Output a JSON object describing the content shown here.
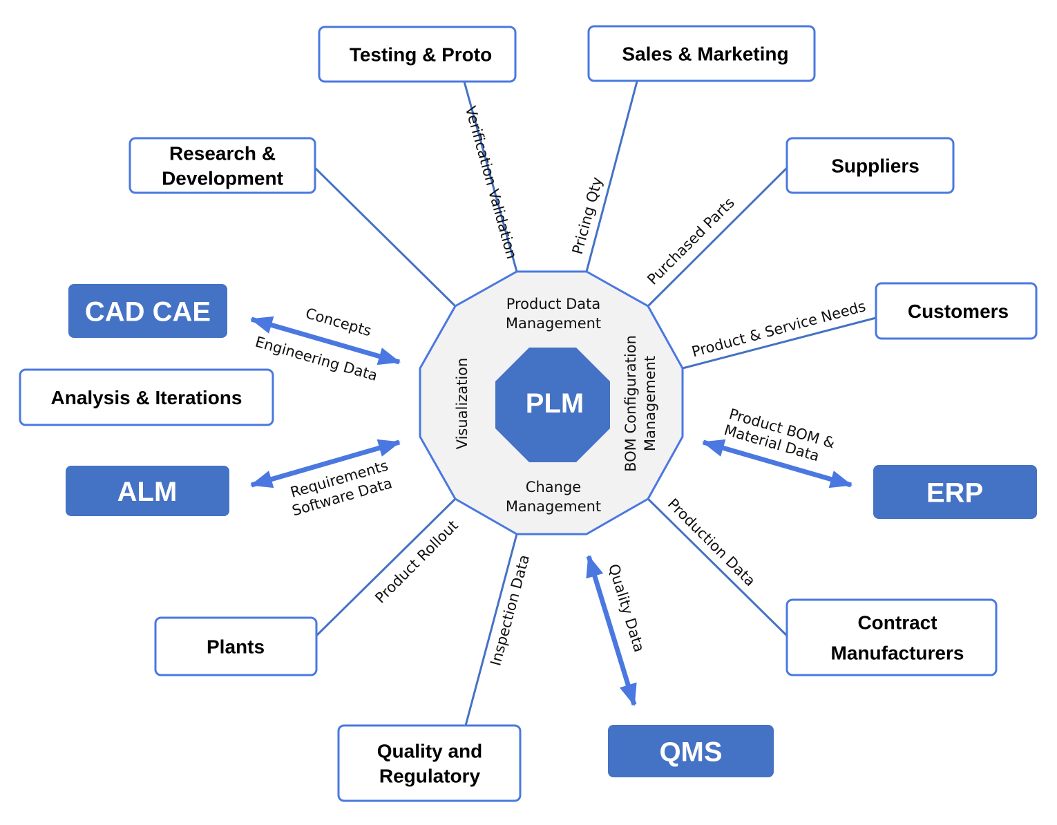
{
  "colors": {
    "accent": "#4472c4",
    "arrow": "#4a78e0",
    "hub_fill": "#f2f2f2",
    "box_border": "#4a78e0",
    "solid_text": "#ffffff",
    "outline_text": "#000000"
  },
  "hub": {
    "center": "PLM",
    "top": [
      "Product Data",
      "Management"
    ],
    "bottom": [
      "Change",
      "Management"
    ],
    "left": "Visualization",
    "right": [
      "BOM Configuration",
      "Management"
    ]
  },
  "nodes": {
    "testing": [
      "Testing & Proto"
    ],
    "sales": [
      "Sales & Marketing"
    ],
    "research": [
      "Research &",
      "Development"
    ],
    "suppliers": [
      "Suppliers"
    ],
    "cad": [
      "CAD  CAE"
    ],
    "customers": [
      "Customers"
    ],
    "analysis": [
      "Analysis &  Iterations"
    ],
    "alm": [
      "ALM"
    ],
    "erp": [
      "ERP"
    ],
    "plants": [
      "Plants"
    ],
    "contract": [
      "Contract",
      "Manufacturers"
    ],
    "quality": [
      "Quality and",
      "Regulatory"
    ],
    "qms": [
      "QMS"
    ]
  },
  "edges": {
    "testing": [
      "Verification  Validation"
    ],
    "sales": [
      "Pricing Qty"
    ],
    "suppliers": [
      "Purchased Parts"
    ],
    "customers": [
      "Product & Service Needs"
    ],
    "cad": [
      "Concepts",
      "Engineering Data"
    ],
    "alm": [
      "Requirements",
      "Software Data"
    ],
    "erp": [
      "Product BOM &",
      "Material Data"
    ],
    "plants": [
      "Product Rollout"
    ],
    "contract": [
      "Production Data"
    ],
    "quality": [
      "Inspection Data"
    ],
    "qms": [
      "Quality Data"
    ]
  }
}
